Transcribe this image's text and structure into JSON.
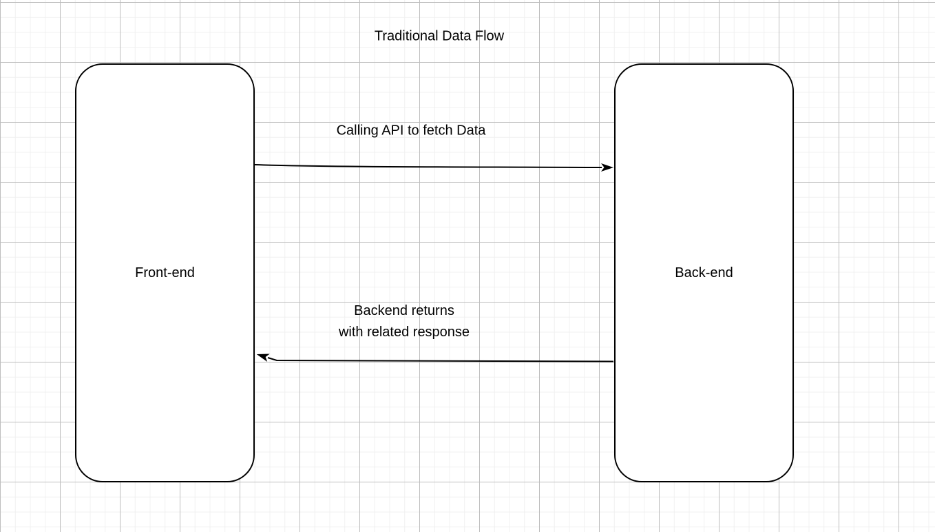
{
  "colors": {
    "background": "#ffffff",
    "grid_minor": "#f0f0f0",
    "grid_major": "#bdbdbd",
    "shape_stroke": "#000000",
    "shape_fill": "#ffffff",
    "text": "#000000"
  },
  "diagram": {
    "title": "Traditional Data Flow",
    "nodes": [
      {
        "id": "front-end",
        "label": "Front-end"
      },
      {
        "id": "back-end",
        "label": "Back-end"
      }
    ],
    "edges": [
      {
        "id": "request",
        "from": "front-end",
        "to": "back-end",
        "direction": "right",
        "label": "Calling API to fetch Data"
      },
      {
        "id": "response",
        "from": "back-end",
        "to": "front-end",
        "direction": "left",
        "label_lines": [
          "Backend returns",
          "with related response"
        ]
      }
    ]
  }
}
